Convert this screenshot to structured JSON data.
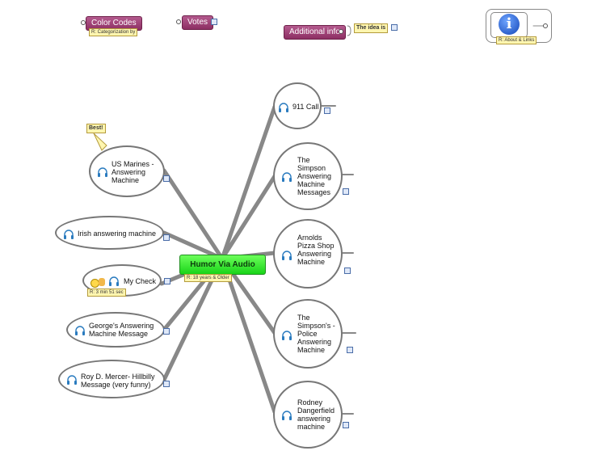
{
  "top": {
    "color_codes": "Color Codes",
    "categorization": "R: Categorization by",
    "votes": "Votes",
    "additional_info": "Additional info",
    "idea_is": "The idea is",
    "about_links": "R: About & Links",
    "info_icon_glyph": "i"
  },
  "center": {
    "title": "Humor Via Audio",
    "tag": "R: 18 years & Older"
  },
  "left_nodes": [
    {
      "label": "US Marines - Answering Machine",
      "callout": "Best!"
    },
    {
      "label": "Irish answering machine"
    },
    {
      "label": "My Check",
      "tag": "R: 3 min 51 sec"
    },
    {
      "label": "George's Answering Machine Message"
    },
    {
      "label": "Roy D. Mercer- Hillbilly Message (very funny)"
    }
  ],
  "right_nodes": [
    {
      "label": "911 Call"
    },
    {
      "label": "The Simpson Answering Machine Messages"
    },
    {
      "label": "Arnolds Pizza Shop Answering Machine"
    },
    {
      "label": "The Simpson's - Police Answering Machine"
    },
    {
      "label": "Rodney Dangerfield answering machine"
    }
  ],
  "colors": {
    "center_fill": "#33e033",
    "link": "#888888",
    "purple": "#9b3c72",
    "tag": "#fff6b0"
  },
  "icons": [
    "headphones-icon",
    "document-link-icon",
    "info-icon",
    "expand-icon",
    "smiley-icon"
  ]
}
